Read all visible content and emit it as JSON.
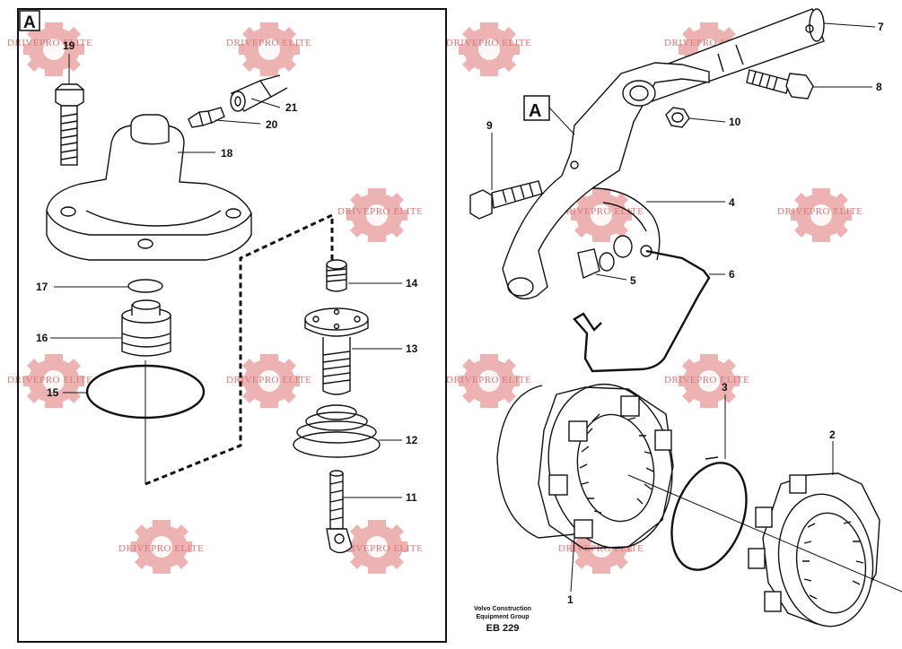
{
  "detail_label": "A",
  "watermark_text": "DRIVEPRO ELITE",
  "colors": {
    "watermark": "#d27a7a",
    "line": "#111111"
  },
  "callouts": [
    "1",
    "2",
    "3",
    "4",
    "5",
    "6",
    "7",
    "8",
    "9",
    "10",
    "11",
    "12",
    "13",
    "14",
    "15",
    "16",
    "17",
    "18",
    "19",
    "20",
    "21"
  ],
  "footer": {
    "line1": "Volvo Construction",
    "line2": "Equipment Group",
    "code": "EB 229"
  }
}
